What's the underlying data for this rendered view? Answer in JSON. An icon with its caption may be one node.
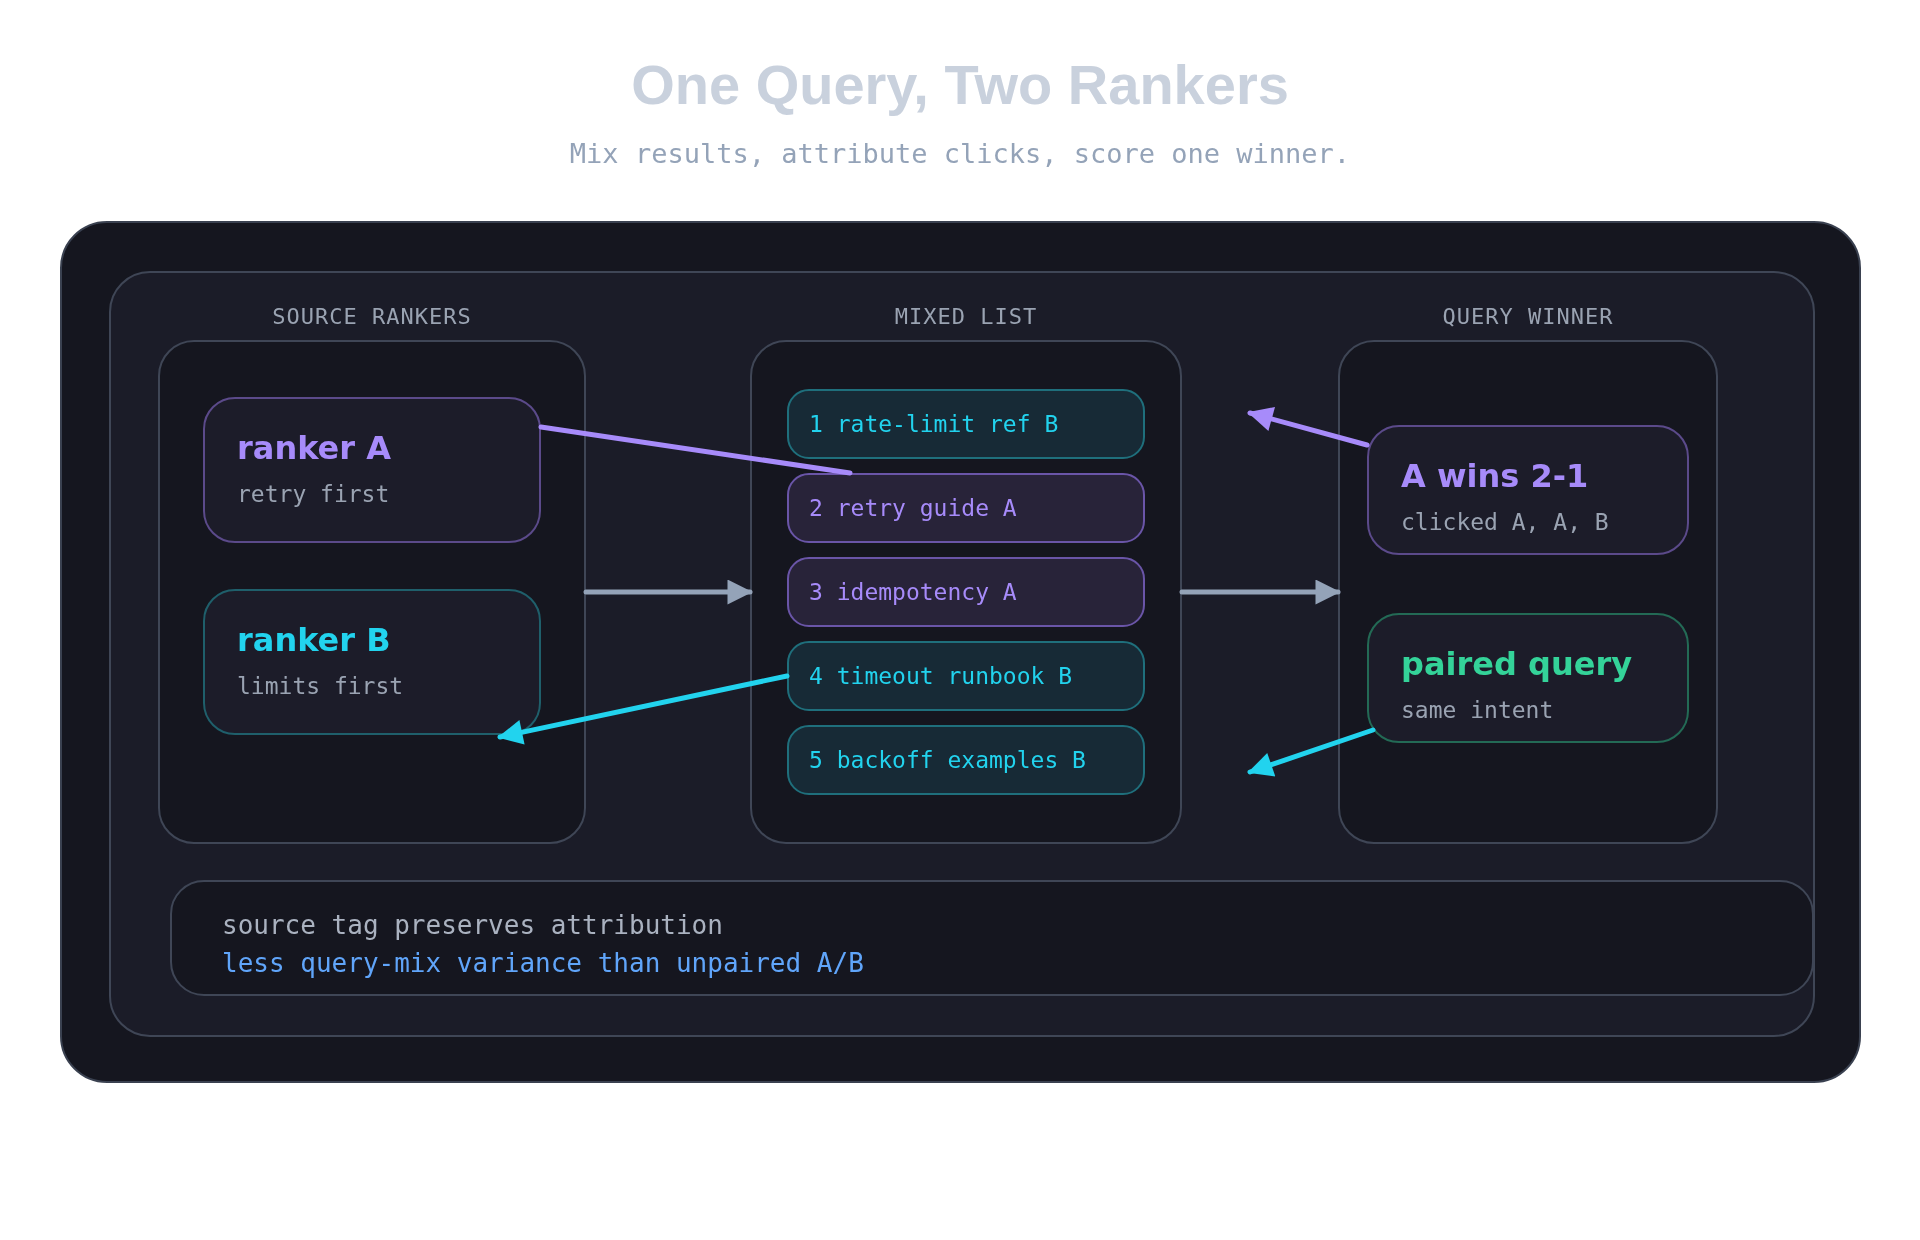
{
  "diagram": {
    "title": "One Query, Two Rankers",
    "nodes": [
      {
        "text": [
          "SOURCE RANKERS"
        ]
      },
      {
        "text": [
          "ranker A",
          "retry first"
        ],
        "in": 0
      },
      {
        "text": [
          "ranker B",
          "limits first"
        ],
        "in": 0
      },
      {
        "text": [
          "MIXED LIST"
        ]
      },
      {
        "text": [
          "1 rate-limit ref B"
        ],
        "in": 3
      },
      {
        "text": [
          "2 retry guide A"
        ],
        "in": 3
      },
      {
        "text": [
          "3 idempotency A"
        ],
        "in": 3
      },
      {
        "text": [
          "4 timeout runbook B"
        ],
        "in": 3
      },
      {
        "text": [
          "5 backoff examples B"
        ],
        "in": 3
      },
      {
        "text": [
          "QUERY WINNER"
        ]
      },
      {
        "text": [
          "A wins 2-1",
          "clicked A, A, B"
        ],
        "in": 9
      },
      {
        "text": [
          "paired query",
          "same intent"
        ],
        "in": 9
      },
      {
        "text": [
          "source tag preserves attribution",
          "less query-mix variance than unpaired A/B"
        ]
      }
    ],
    "edges": [
      {
        "from": 1,
        "to": 5,
        "arrow": "none",
        "color": "#a78bfa"
      },
      {
        "from": 0,
        "to": 3,
        "arrow": "to",
        "color": "#94a3b8"
      },
      {
        "from": 7,
        "to": 2,
        "arrow": "to",
        "color": "#22d3ee"
      },
      {
        "from": 3,
        "to": 9,
        "arrow": "to",
        "color": "#94a3b8"
      },
      {
        "from": 10,
        "to": null,
        "arrow": "to",
        "color": "#a78bfa"
      },
      {
        "from": 11,
        "to": null,
        "arrow": "to",
        "color": "#22d3ee"
      }
    ],
    "labels": [
      "Mix results, attribute clicks, score one winner."
    ]
  }
}
